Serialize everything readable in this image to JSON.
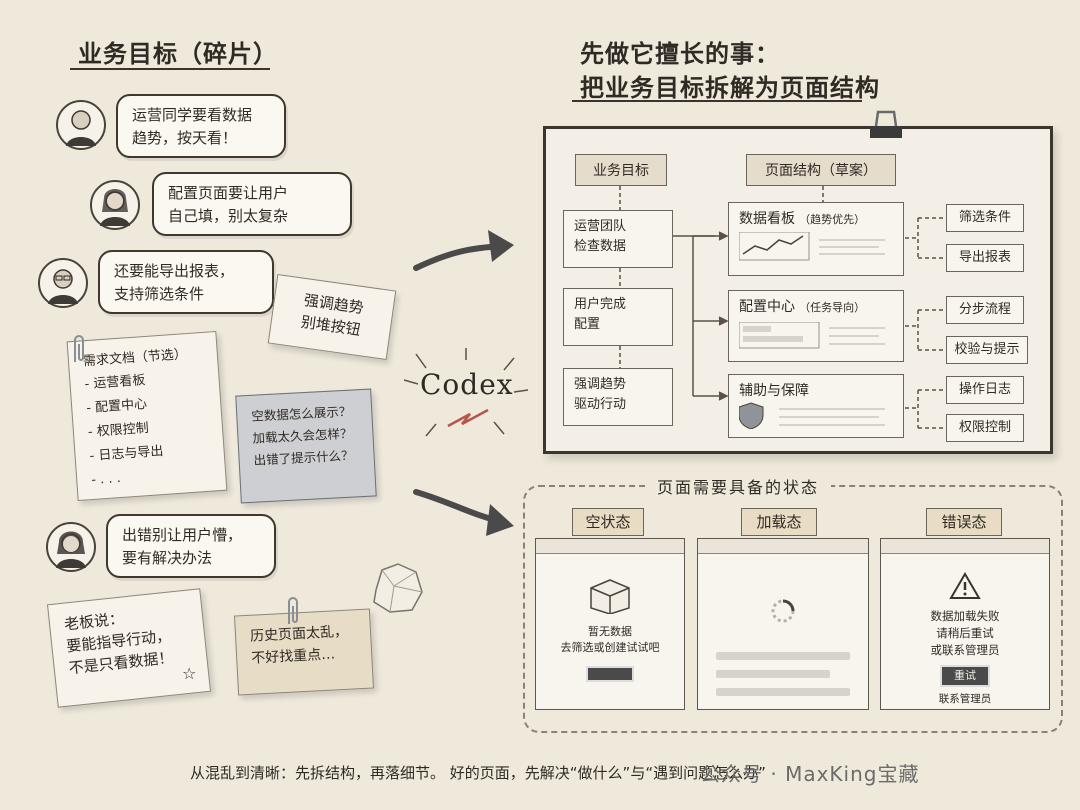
{
  "left": {
    "title": "业务目标（碎片）",
    "bubbles": [
      {
        "line1": "运营同学要看数据",
        "line2": "趋势，按天看！"
      },
      {
        "line1": "配置页面要让用户",
        "line2": "自己填，别太复杂"
      },
      {
        "line1": "还要能导出报表，",
        "line2": "支持筛选条件"
      },
      {
        "line1": "出错别让用户懵，",
        "line2": "要有解决办法"
      }
    ],
    "sticky_top": {
      "line1": "强调趋势",
      "line2": "别堆按钮"
    },
    "req_doc": {
      "title": "需求文档（节选）",
      "items": [
        "- 运营看板",
        "- 配置中心",
        "- 权限控制",
        "- 日志与导出",
        "- . . ."
      ]
    },
    "gray_note": {
      "line1": "空数据怎么展示？",
      "line2": "加载太久会怎样？",
      "line3": "出错了提示什么？"
    },
    "boss_note": {
      "line1": "老板说：",
      "line2": "要能指导行动，",
      "line3": "不是只看数据！"
    },
    "history_note": {
      "line1": "历史页面太乱，",
      "line2": "不好找重点…"
    }
  },
  "center": {
    "codex": "Codex"
  },
  "right": {
    "title_line1": "先做它擅长的事：",
    "title_line2": "把业务目标拆解为页面结构",
    "col_head_left": "业务目标",
    "col_head_right": "页面结构（草案）",
    "goals": [
      {
        "line1": "运营团队",
        "line2": "检查数据"
      },
      {
        "line1": "用户完成",
        "line2": "配置"
      },
      {
        "line1": "强调趋势",
        "line2": "驱动行动"
      }
    ],
    "structures": [
      {
        "title": "数据看板",
        "note": "（趋势优先）"
      },
      {
        "title": "配置中心",
        "note": "（任务导向）"
      },
      {
        "title": "辅助与保障",
        "note": ""
      }
    ],
    "leaves": [
      "筛选条件",
      "导出报表",
      "分步流程",
      "校验与提示",
      "操作日志",
      "权限控制"
    ]
  },
  "states": {
    "title": "页面需要具备的状态",
    "empty": {
      "tag": "空状态",
      "line1": "暂无数据",
      "line2": "去筛选或创建试试吧"
    },
    "loading": {
      "tag": "加载态"
    },
    "error": {
      "tag": "错误态",
      "line1": "数据加载失败",
      "line2": "请稍后重试",
      "line3": "或联系管理员",
      "button": "重试",
      "link": "联系管理员"
    }
  },
  "footer": {
    "text": "从混乱到清晰：先拆结构，再落细节。  好的页面，先解决“做什么”与“遇到问题怎么办”",
    "brand": "公众号 · MaxKing宝藏"
  },
  "colors": {
    "paper": "#efe9dc",
    "ink": "#2f2a24",
    "header_fill": "#e5dccb",
    "accent_red": "#b8554a"
  }
}
